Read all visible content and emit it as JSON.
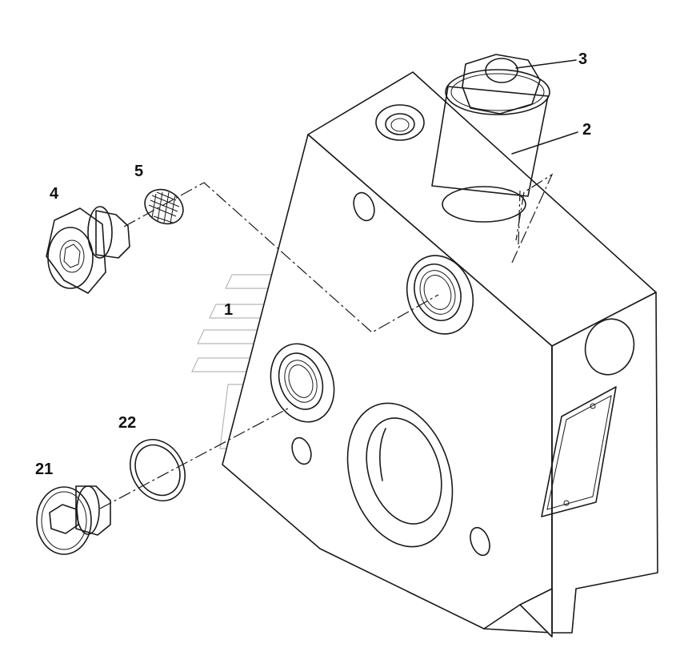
{
  "diagram": {
    "colors": {
      "line": "#1a1a1a",
      "face_top": "#ffffff",
      "face_front": "#ffffff",
      "face_side": "#ffffff",
      "watermark": "#9a9a9a",
      "background": "#ffffff"
    },
    "callouts": [
      {
        "id": "1",
        "label": "1"
      },
      {
        "id": "2",
        "label": "2"
      },
      {
        "id": "3",
        "label": "3"
      },
      {
        "id": "4",
        "label": "4"
      },
      {
        "id": "5",
        "label": "5"
      },
      {
        "id": "21",
        "label": "21"
      },
      {
        "id": "22",
        "label": "22"
      }
    ]
  }
}
